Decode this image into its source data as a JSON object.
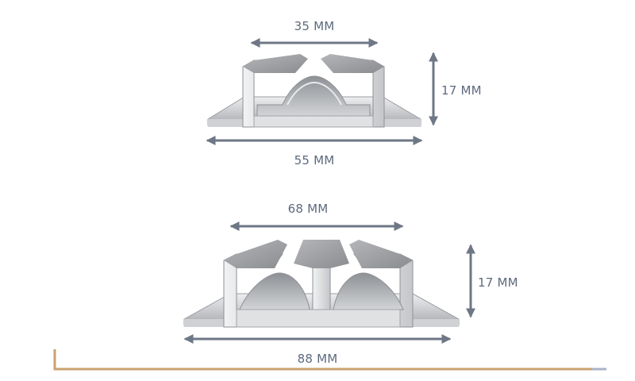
{
  "colors": {
    "dimension": "#6e7785",
    "label": "#5d6a7e",
    "baseline": "#c9a26f",
    "baseline_tail": "#aab3c7",
    "metal_light": "#dddfe2",
    "metal_mid": "#b7b9bc",
    "metal_dark": "#8f9195",
    "metal_edge": "#f4f5f6"
  },
  "profiles": [
    {
      "id": "small-profile",
      "top_width": "35 MM",
      "height": "17 MM",
      "base_width": "55 MM"
    },
    {
      "id": "large-profile",
      "top_width": "68 MM",
      "height": "17 MM",
      "base_width": "88 MM"
    }
  ]
}
